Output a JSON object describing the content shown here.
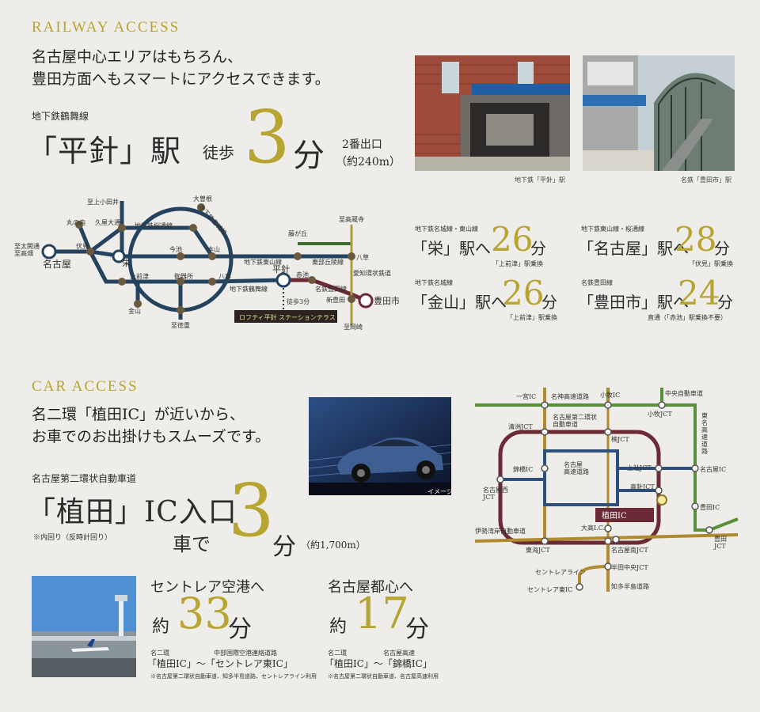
{
  "railway": {
    "heading": "RAILWAY ACCESS",
    "lead": "名古屋中心エリアはもちろん、\n豊田方面へもスマートにアクセスできます。",
    "line_name": "地下鉄鶴舞線",
    "station": "「平針」駅",
    "walk": "徒歩",
    "minutes": "3",
    "unit": "分",
    "exit": "2番出口",
    "distance": "（約240m）",
    "photo1_caption": "地下鉄「平針」駅",
    "photo2_caption": "名鉄「豊田市」駅",
    "destinations": [
      {
        "line": "地下鉄名城線・東山線",
        "name": "「栄」駅へ",
        "min": "26",
        "unit": "分",
        "note": "「上前津」駅乗換"
      },
      {
        "line": "地下鉄東山線・桜通線",
        "name": "「名古屋」駅へ",
        "min": "28",
        "unit": "分",
        "note": "「伏見」駅乗換"
      },
      {
        "line": "地下鉄名城線",
        "name": "「金山」駅へ",
        "min": "26",
        "unit": "分",
        "note": "「上前津」駅乗換"
      },
      {
        "line": "名鉄豊田線",
        "name": "「豊田市」駅へ",
        "min": "24",
        "unit": "分",
        "note": "直通（「赤池」駅乗換不要）"
      }
    ],
    "map": {
      "labels": {
        "meieki": "名古屋",
        "tsushima": "至太閤通\n至高畑",
        "marunouchi": "丸の内",
        "hisaya": "久屋大通",
        "kamiotai": "至上小田井",
        "ozone": "大曽根",
        "meijo": "地下鉄名城線",
        "sakura": "地下鉄桜通線",
        "fushimi": "伏見",
        "sakae": "栄",
        "imaike": "今池",
        "motoyama": "本山",
        "kamimaezu": "上前津",
        "gokiso": "御器所",
        "yagoto": "八事",
        "kanayama": "金山",
        "tokushige": "至徳重",
        "higashiyama": "地下鉄東山線",
        "fujigaoka": "藤が丘",
        "takakura": "至高蔵寺",
        "yakusa": "八草",
        "tohoku": "東部丘陵線",
        "aichi": "愛知環状鉄道",
        "hirabari": "平針",
        "akaike": "赤池",
        "tsurumai": "地下鉄鶴舞線",
        "toyotaline": "名鉄豊田線",
        "shintoyota": "新豊田",
        "toyotashi": "豊田市",
        "okazaki": "至岡崎",
        "walk3": "徒歩3分",
        "loft": "ロフティ平針 ステーションテラス"
      }
    }
  },
  "car": {
    "heading": "CAR ACCESS",
    "lead": "名二環「植田IC」が近いから、\nお車でのお出掛けもスムーズです。",
    "road_name": "名古屋第二環状自動車道",
    "ic": "「植田」IC入口",
    "note": "※内回り（反時計回り）",
    "by_car": "車で",
    "minutes": "3",
    "unit": "分",
    "distance": "（約1,700m）",
    "car_caption": "イメージ",
    "airport": {
      "title": "セントレア空港へ",
      "prefix": "約",
      "min": "33",
      "unit": "分",
      "road1": "名二環",
      "road2": "中部国際空港連絡道路",
      "route": "「植田IC」〜「セントレア東IC」",
      "note": "※名古屋第二環状自動車道、知多半島道路、セントレアライン利用"
    },
    "center": {
      "title": "名古屋都心へ",
      "prefix": "約",
      "min": "17",
      "unit": "分",
      "road1": "名二環",
      "road2": "名古屋高速",
      "route": "「植田IC」〜「錦橋IC」",
      "note": "※名古屋第二環状自動車道、名古屋高速利用"
    },
    "map": {
      "labels": {
        "ichinomiya": "一宮IC",
        "meishin": "名神高速道路",
        "komaki": "小牧IC",
        "chuo": "中央自動車道",
        "komakijct": "小牧JCT",
        "tomei": "東\n名\n高\n速\n道\n路",
        "kiyosu": "清洲JCT",
        "nijikan": "名古屋第二環状\n自動車道",
        "kusunoki": "楠JCT",
        "nishiki": "錦橋IC",
        "nagoyakosoku": "名古屋\n高速道路",
        "kamiyashiro": "上社JCT",
        "nagoyaic": "名古屋IC",
        "nagoyanishi": "名古屋西\nJCT",
        "takabari": "高針JCT",
        "ueda": "植田IC",
        "toyotaic": "豊田IC",
        "isewan": "伊勢湾岸自動車道",
        "odaka": "大高I.C.",
        "tokai": "東海JCT",
        "nagoyaminami": "名古屋南JCT",
        "toyotajct": "豊田\nJCT",
        "centrairline": "セントレアライン",
        "handachuo": "半田中央JCT",
        "centrairhigashi": "セントレア東IC",
        "chita": "知多半島道路"
      }
    }
  }
}
